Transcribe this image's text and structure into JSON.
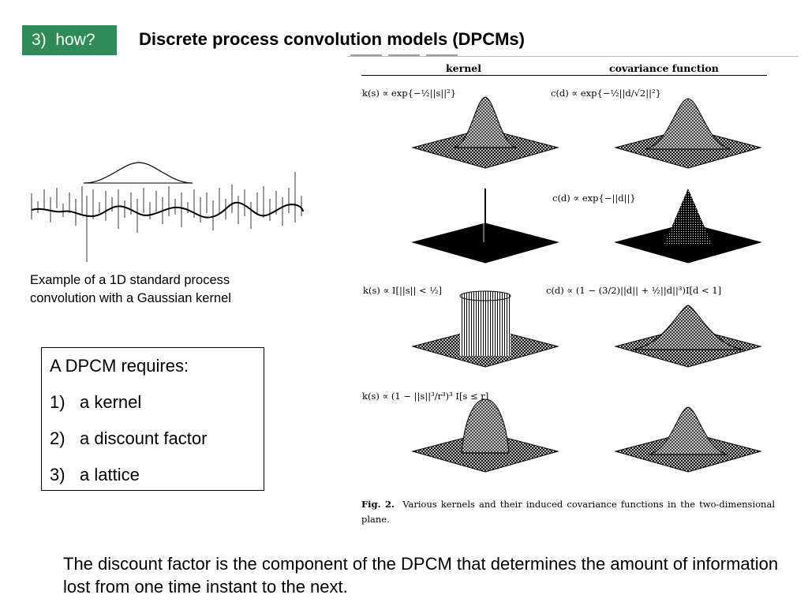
{
  "slide": {
    "section_label": "3)  how?",
    "title": "Discrete process convolution models (DPCMs)",
    "left_caption": "Example of a 1D standard process convolution with a Gaussian kernel",
    "requirements": {
      "heading": "A DPCM requires:",
      "items": [
        {
          "number": "1)",
          "text": "a kernel"
        },
        {
          "number": "2)",
          "text": "a discount factor"
        },
        {
          "number": "3)",
          "text": "a lattice"
        }
      ]
    },
    "bottom_text": "The discount factor is the component of the DPCM that determines the amount of information lost from one time instant to the next."
  },
  "figure": {
    "column_headers": {
      "kernel": "kernel",
      "covariance": "covariance function"
    },
    "formulas": {
      "row1_kernel": "k(s) ∝ exp{−½||s||²}",
      "row1_cov": "c(d) ∝ exp{−½||d/√2||²}",
      "row2_cov": "c(d) ∝ exp{−||d||}",
      "row3_kernel": "k(s) ∝ I[||s|| < ½]",
      "row3_cov": "c(d) ∝ (1 − (3/2)||d|| + ½||d||³)I[d < 1]",
      "row4_kernel": "k(s) ∝ (1 − ||s||³/r³)³ I[s ≤ r]"
    },
    "caption_label": "Fig. 2.",
    "caption_text": "Various kernels and their induced covariance functions in the two-dimensional plane."
  }
}
